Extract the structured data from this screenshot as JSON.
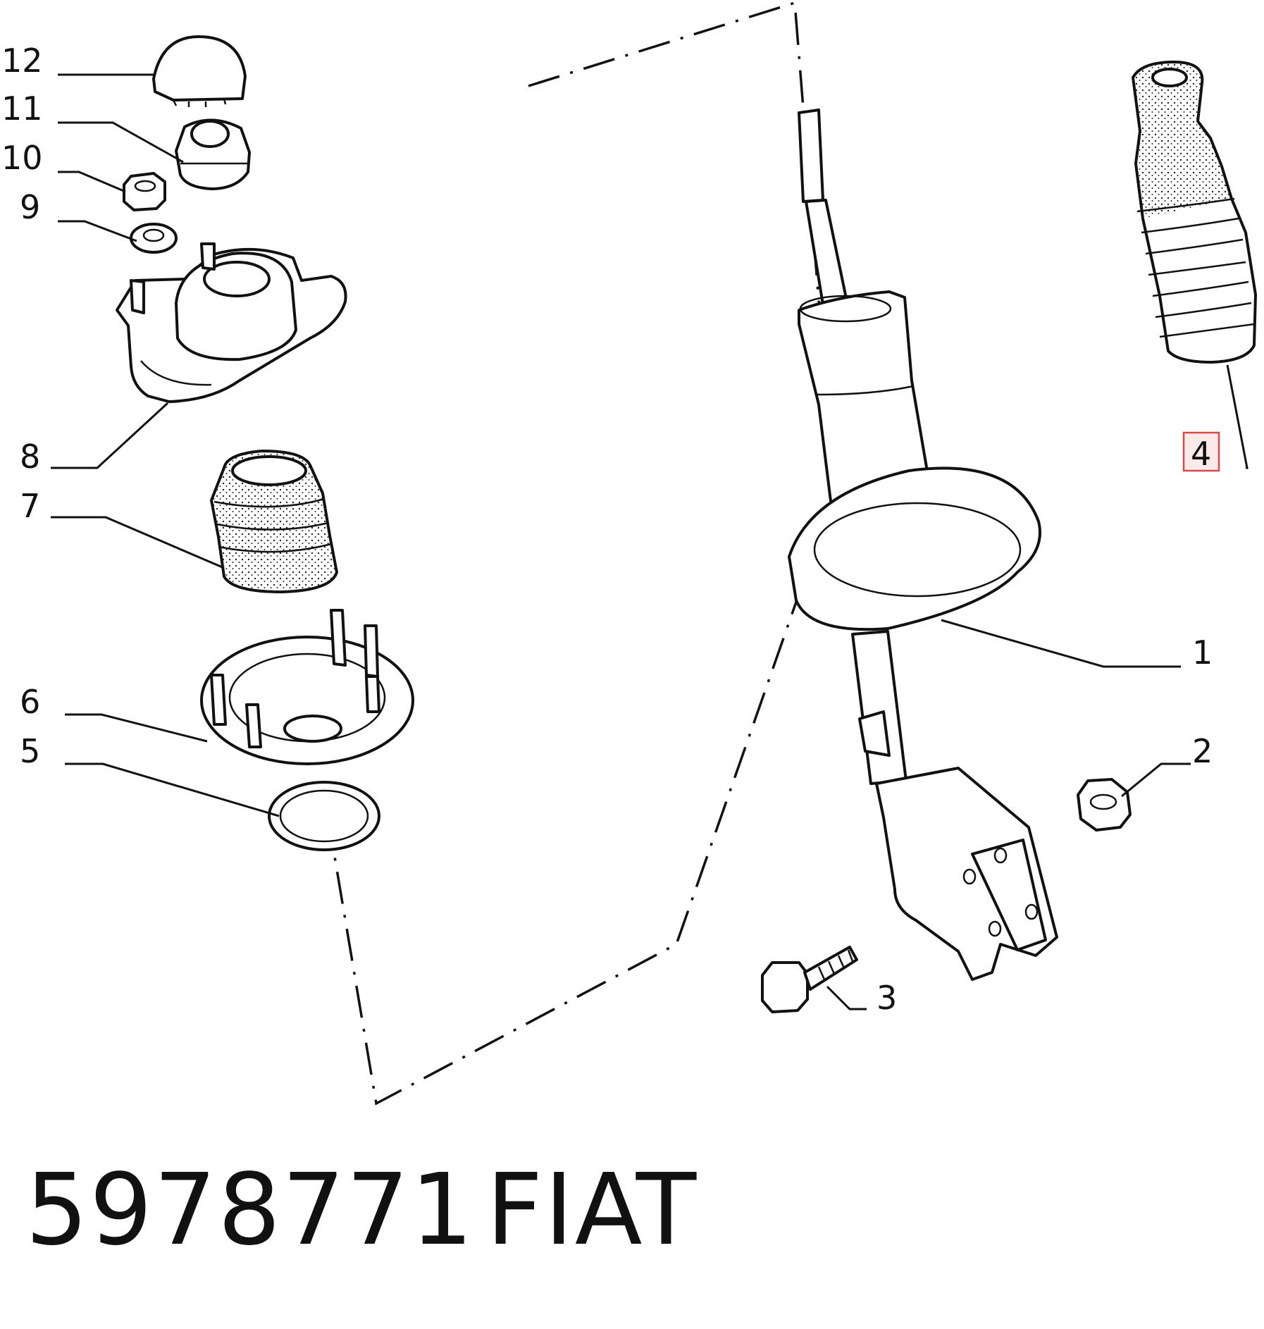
{
  "callouts": {
    "c1": "1",
    "c2": "2",
    "c3": "3",
    "c4": "4",
    "c5": "5",
    "c6": "6",
    "c7": "7",
    "c8": "8",
    "c9": "9",
    "c10": "10",
    "c11": "11",
    "c12": "12"
  },
  "highlighted_callout": "4",
  "footer": {
    "part_number": "5978771",
    "brand": "FIAT"
  },
  "colors": {
    "ink": "#111111",
    "highlight_border": "#d84a4a",
    "highlight_fill": "#fbeaea"
  }
}
